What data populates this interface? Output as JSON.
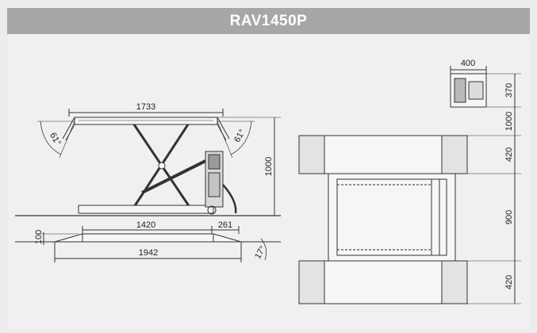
{
  "title": "RAV1450P",
  "dimensions": {
    "length_top": "1733",
    "height": "1000",
    "angle_left": "61°",
    "angle_right": "61°",
    "length_lower": "1420",
    "offset": "261",
    "min_height": "100",
    "total_length": "1942",
    "ramp_angle": "17°",
    "unit_width": "400",
    "unit_depth": "370",
    "gap": "1000",
    "pad_top": "420",
    "middle": "900",
    "pad_bottom": "420"
  },
  "colors": {
    "header_bg": "#a7a7a7",
    "header_text": "#ffffff",
    "background": "#f0f0f0",
    "line": "#333333"
  }
}
